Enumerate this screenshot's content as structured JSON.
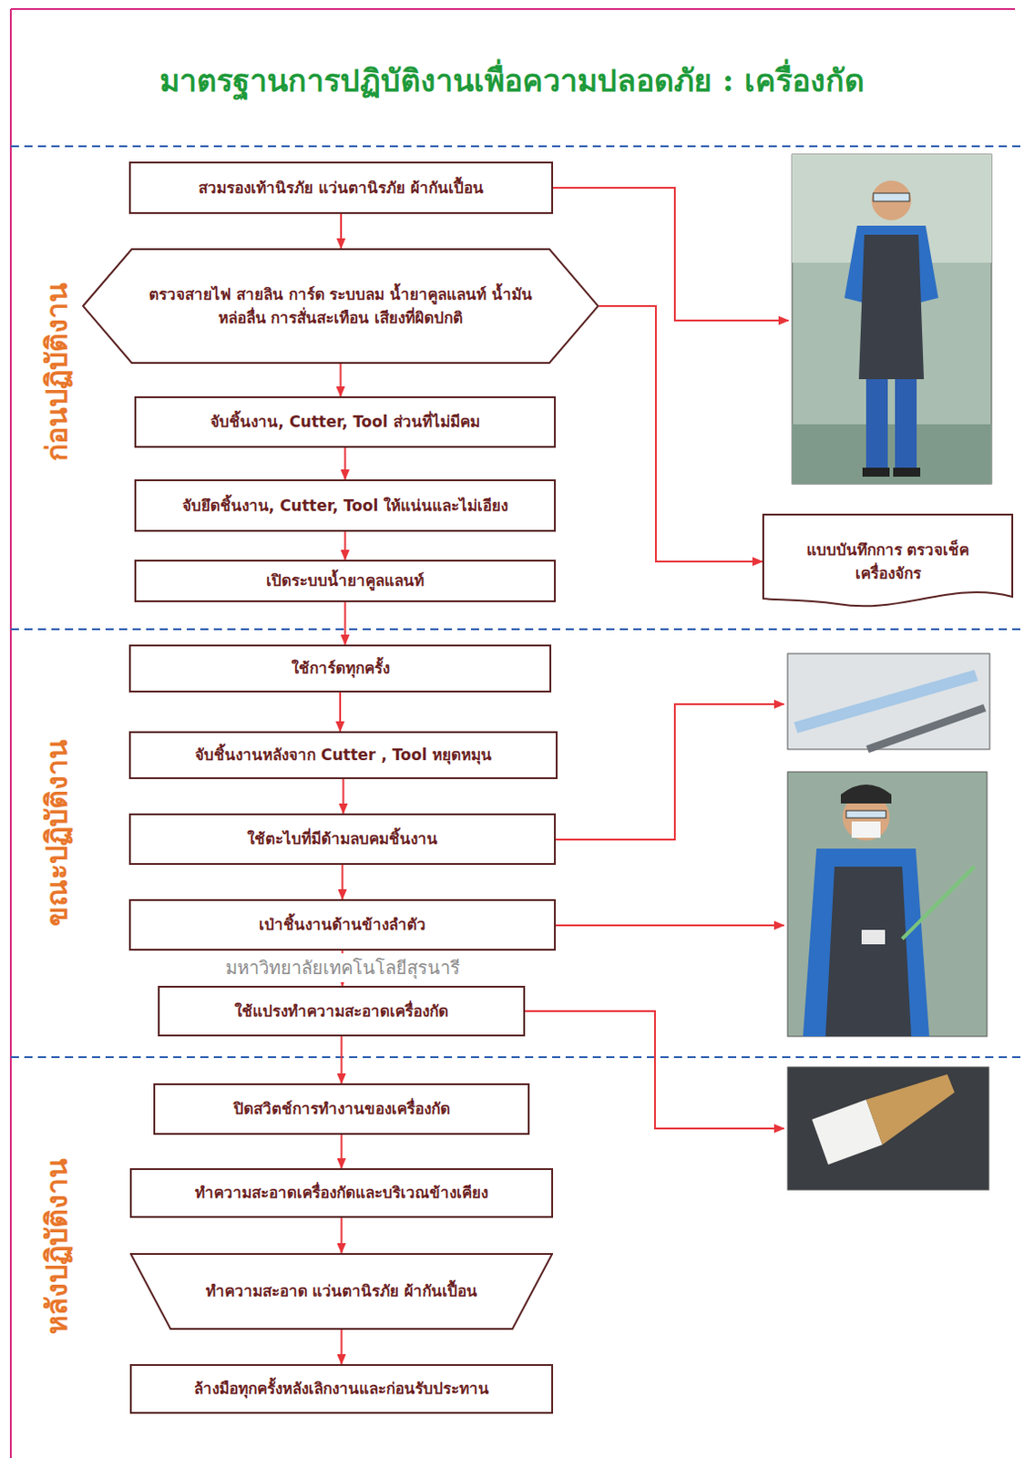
{
  "diagram": {
    "title": "มาตรฐานการปฏิบัติงานเพื่อความปลอดภัย : เครื่องกัด",
    "nodes": [
      {
        "text": [
          "สวมรองเท้านิรภัย แว่นตานิรภัย ผ้ากันเปื้อน"
        ]
      },
      {
        "text": [
          "ตรวจสายไฟ สายลิน การ์ด ระบบลม น้ำยาคูลแลนท์ น้ำมันหล่อลื่น การสั่นสะเทือน เสียงที่ผิดปกติ"
        ]
      },
      {
        "text": [
          "จับชิ้นงาน, Cutter, Tool ส่วนที่ไม่มีคม"
        ]
      },
      {
        "text": [
          "จับยึดชิ้นงาน, Cutter, Tool ให้แน่นและไม่เอียง"
        ]
      },
      {
        "text": [
          "เปิดระบบน้ำยาคูลแลนท์"
        ]
      },
      {
        "text": [
          "แบบบันทึกการ ตรวจเช็คเครื่องจักร"
        ]
      },
      {
        "text": [
          "ใช้การ์ดทุกครั้ง"
        ]
      },
      {
        "text": [
          "จับชิ้นงานหลังจาก Cutter , Tool หยุดหมุน"
        ]
      },
      {
        "text": [
          "ใช้ตะไบที่มีด้ามลบคมชิ้นงาน"
        ]
      },
      {
        "text": [
          "เป่าชิ้นงานด้านข้างลำตัว"
        ]
      },
      {
        "text": [
          "ใช้แปรงทำความสะอาดเครื่องกัด"
        ]
      },
      {
        "text": [
          "ปิดสวิตช์การทำงานของเครื่องกัด"
        ]
      },
      {
        "text": [
          "ทำความสะอาดเครื่องกัดและบริเวณข้างเคียง"
        ]
      },
      {
        "text": [
          "ทำความสะอาด แว่นตานิรภัย ผ้ากันเปื้อน"
        ]
      },
      {
        "text": [
          "ล้างมือทุกครั้งหลังเลิกงานและก่อนรับประทาน"
        ]
      }
    ],
    "edges": [
      {
        "from": 0,
        "to": 1,
        "arrow": "to"
      },
      {
        "from": 1,
        "to": 2,
        "arrow": "to"
      },
      {
        "from": 2,
        "to": 3,
        "arrow": "to"
      },
      {
        "from": 3,
        "to": 4,
        "arrow": "to"
      },
      {
        "from": 1,
        "to": 5,
        "arrow": "to"
      },
      {
        "from": 4,
        "to": 6,
        "arrow": "to"
      },
      {
        "from": 6,
        "to": 7,
        "arrow": "to"
      },
      {
        "from": 7,
        "to": 8,
        "arrow": "to"
      },
      {
        "from": 8,
        "to": 9,
        "arrow": "to"
      },
      {
        "from": 9,
        "to": 10,
        "arrow": "to"
      },
      {
        "from": 10,
        "to": 11,
        "arrow": "to"
      },
      {
        "from": 11,
        "to": 12,
        "arrow": "to"
      },
      {
        "from": 12,
        "to": 13,
        "arrow": "to"
      },
      {
        "from": 13,
        "to": 14,
        "arrow": "to"
      }
    ],
    "labels": [
      "ก่อนปฏิบัติงาน",
      "ขณะปฏิบัติงาน",
      "หลังปฏิบัติงาน",
      "มหาวิทยาลัยเทคโนโลยีสุรนารี"
    ]
  }
}
